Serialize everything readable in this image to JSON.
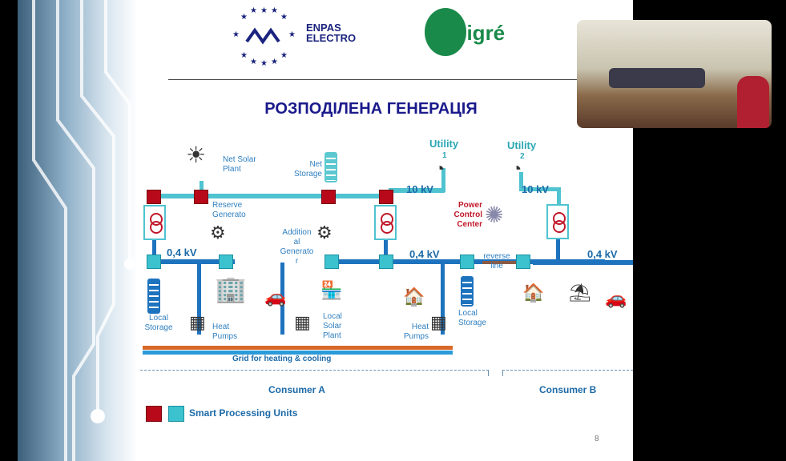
{
  "slide": {
    "logos": {
      "enpas": "ENPAS ELECTRO",
      "cigre": "cigré"
    },
    "title": "РОЗПОДІЛЕНА ГЕНЕРАЦІЯ",
    "labels": {
      "net_solar": "Net Solar Plant",
      "net_storage": "Net Storage",
      "reserve_gen": "Reserve Generato",
      "additional_gen": "Addition al Generato r",
      "utility1": "Utility",
      "utility1_num": "1",
      "utility2": "Utility",
      "utility2_num": "2",
      "kv10_a": "10 kV",
      "kv10_b": "10 kV",
      "kv04_a": "0,4 kV",
      "kv04_b": "0,4 kV",
      "kv04_c": "0,4 kV",
      "power_control": "Power Control Center",
      "reverse_line": "reverse line",
      "local_storage_a": "Local Storage",
      "heat_pumps_a": "Heat Pumps",
      "local_solar": "Local Solar Plant",
      "heat_pumps_b": "Heat Pumps",
      "local_storage_b": "Local Storage",
      "grid": "Grid for heating & cooling",
      "consumer_a": "Consumer A",
      "consumer_b": "Consumer B"
    },
    "legend": "Smart Processing Units",
    "page_number": "8",
    "colors": {
      "title": "#1a1a8c",
      "spu_red": "#b8091a",
      "spu_cyan": "#3cc2cf",
      "bus_10kv": "#4fc3d0",
      "bus_04kv": "#1e73be",
      "heating": "#d9692a"
    }
  },
  "video_tile": {
    "description_icon": "participant-video"
  }
}
